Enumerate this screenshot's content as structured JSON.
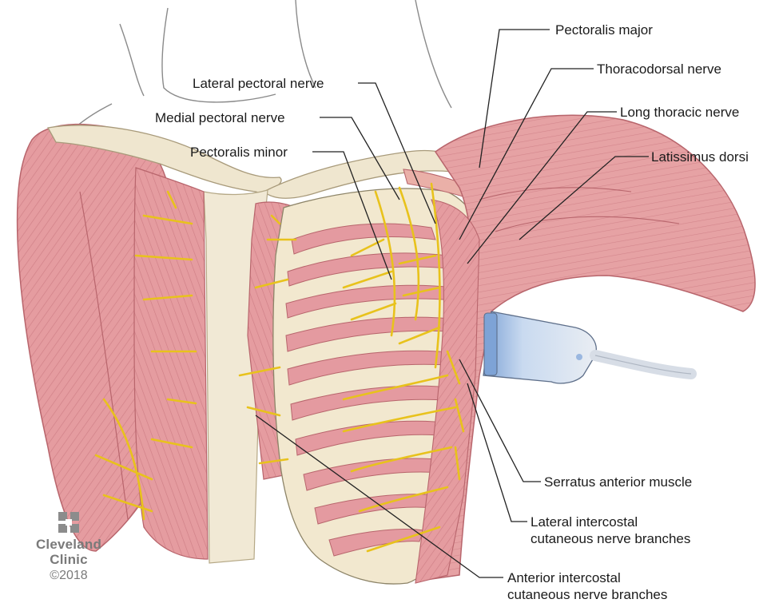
{
  "labels": {
    "lateral_pectoral_nerve": "Lateral pectoral nerve",
    "medial_pectoral_nerve": "Medial pectoral nerve",
    "pectoralis_minor": "Pectoralis minor",
    "pectoralis_major": "Pectoralis major",
    "thoracodorsal_nerve": "Thoracodorsal nerve",
    "long_thoracic_nerve": "Long thoracic nerve",
    "latissimus_dorsi": "Latissimus dorsi",
    "serratus_anterior_muscle": "Serratus anterior muscle",
    "lateral_intercostal_line1": "Lateral intercostal",
    "lateral_intercostal_line2": "cutaneous nerve branches",
    "anterior_intercostal_line1": "Anterior intercostal",
    "anterior_intercostal_line2": "cutaneous nerve branches"
  },
  "logo": {
    "name_line1": "Cleveland",
    "name_line2": "Clinic",
    "copyright": "©2018"
  },
  "colors": {
    "muscle": "#e39a9a",
    "muscle_dark": "#c9787c",
    "bone": "#efe6cf",
    "nerve": "#e8c21c",
    "probe": "#a9c3e6",
    "leader": "#222222"
  }
}
